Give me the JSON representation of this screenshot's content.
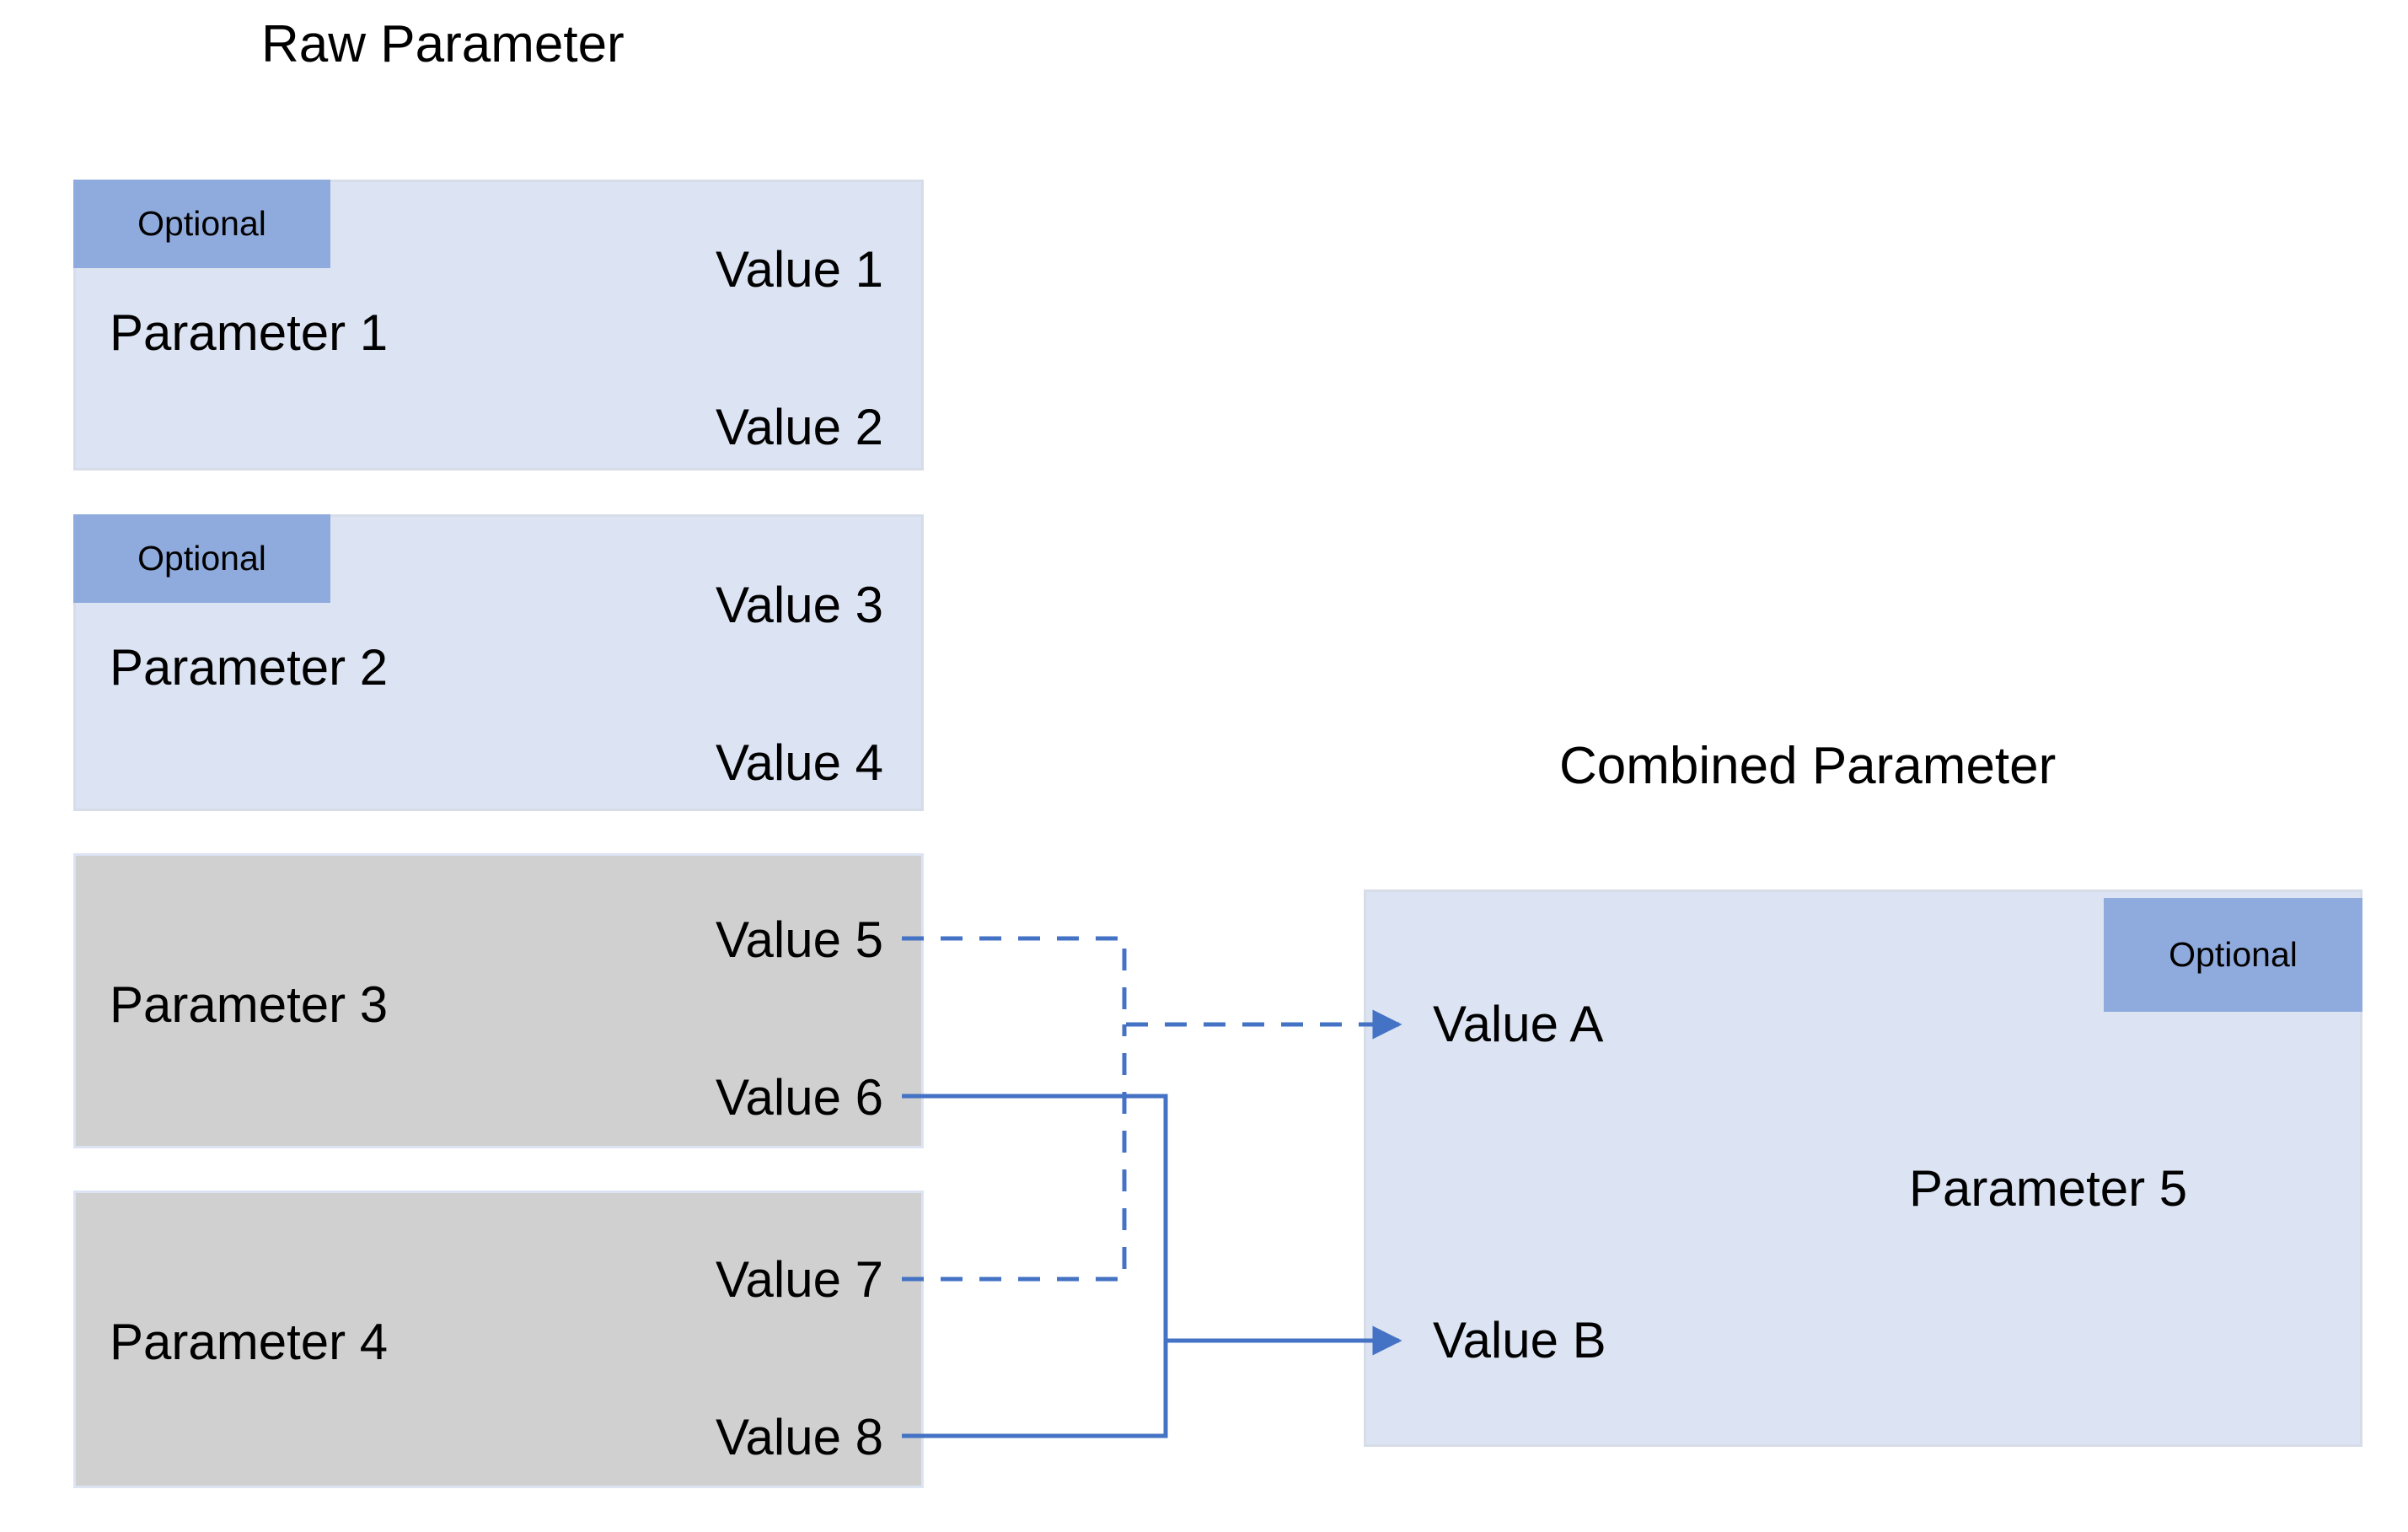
{
  "diagram": {
    "title_raw": "Raw Parameter",
    "title_combined": "Combined Parameter",
    "optional_label": "Optional",
    "colors": {
      "badge": "#8faadc",
      "box_blue": "#dce3f2",
      "box_gray": "#d0d0d0",
      "box_border": "#d6dce8",
      "connector": "#4472c4",
      "background": "#ffffff",
      "text": "#000000"
    }
  },
  "raw_parameters": [
    {
      "name": "Parameter 1",
      "optional": true,
      "optional_label": "Optional",
      "style": "blue",
      "values": [
        "Value 1",
        "Value 2"
      ]
    },
    {
      "name": "Parameter 2",
      "optional": true,
      "optional_label": "Optional",
      "style": "blue",
      "values": [
        "Value 3",
        "Value 4"
      ]
    },
    {
      "name": "Parameter 3",
      "optional": false,
      "style": "gray",
      "values": [
        "Value 5",
        "Value 6"
      ]
    },
    {
      "name": "Parameter 4",
      "optional": false,
      "style": "gray",
      "values": [
        "Value 7",
        "Value 8"
      ]
    }
  ],
  "combined_parameter": {
    "name": "Parameter 5",
    "optional": true,
    "optional_label": "Optional",
    "style": "blue",
    "values": [
      "Value A",
      "Value B"
    ]
  },
  "connections": [
    {
      "from": "Value 5",
      "to": "Value A",
      "line_style": "dashed"
    },
    {
      "from": "Value 7",
      "to": "Value A",
      "line_style": "dashed"
    },
    {
      "from": "Value 6",
      "to": "Value B",
      "line_style": "solid"
    },
    {
      "from": "Value 8",
      "to": "Value B",
      "line_style": "solid"
    }
  ]
}
